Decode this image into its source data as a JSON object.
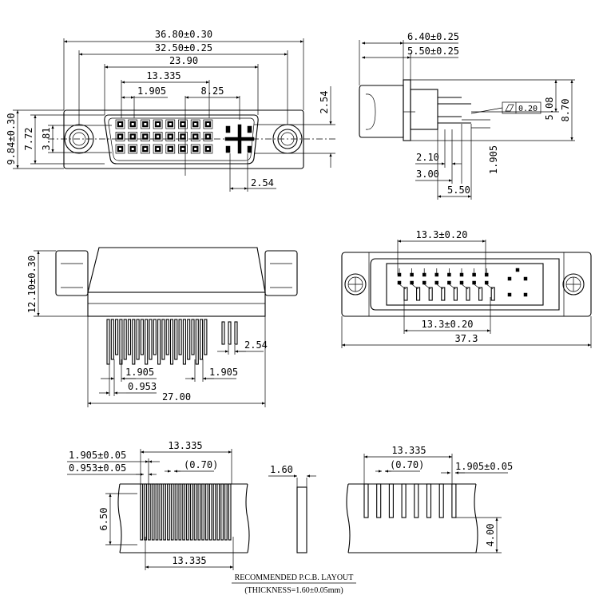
{
  "front_view": {
    "dims": {
      "overall_width": "36.80±0.30",
      "mount_hole_pitch": "32.50±0.25",
      "shell_width": "23.90",
      "pin_span": "13.335",
      "pin_pitch": "1.905",
      "ground_offset": "8.25",
      "flange_height": "9.84±0.30",
      "shell_height": "7.72",
      "row_span": "3.81",
      "blade_height": "2.54",
      "blade_width": "2.54"
    }
  },
  "side_view": {
    "dims": {
      "depth_overall": "6.40±0.25",
      "depth_body": "5.50±0.25",
      "height_upper": "5.08",
      "height_overall": "8.70",
      "flatness_value": "0.20",
      "tail_pitch": "1.905",
      "tail_a": "2.10",
      "tail_b": "3.00",
      "tail_c": "5.50"
    }
  },
  "rear_view": {
    "dims": {
      "body_height": "12.10±0.30",
      "tail_pitch_left": "1.905",
      "tail_pitch_right": "1.905",
      "stagger": "0.953",
      "blade_pitch": "2.54",
      "base_width": "27.00"
    }
  },
  "bottom_view": {
    "dims": {
      "upper_span": "13.3±0.20",
      "lower_span": "13.3±0.20",
      "overall_width": "37.3"
    }
  },
  "pcb_layout": {
    "left": {
      "pitch": "1.905±0.05",
      "stagger": "0.953±0.05",
      "span_top": "13.335",
      "slot_width": "(0.70)",
      "slot_length": "6.50",
      "span_bottom": "13.335"
    },
    "middle": {
      "thickness": "1.60"
    },
    "right": {
      "span": "13.335",
      "slot_width": "(0.70)",
      "pitch": "1.905±0.05",
      "slot_length": "4.00"
    },
    "title": "RECOMMENDED  P.C.B.  LAYOUT",
    "subtitle": "(THICKNESS=1.60±0.05mm)"
  }
}
